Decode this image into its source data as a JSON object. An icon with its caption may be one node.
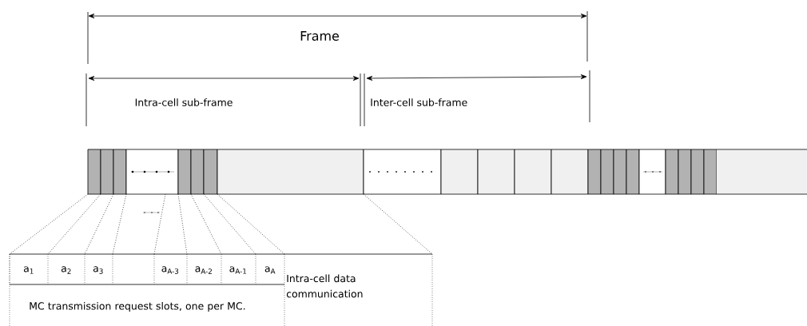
{
  "diagram": {
    "labels": [
      "Frame",
      "Intra-cell sub-frame",
      "Inter-cell sub-frame",
      "a$_{1}$",
      "a$_{2}$",
      "a$_{3}$",
      "a$_{A-3}$",
      "a$_{A-2}$",
      "a$_{A-1}$",
      "a$_{A}$",
      "MC transmission request slots, one per MC.",
      "Intra-cell data communication"
    ]
  }
}
